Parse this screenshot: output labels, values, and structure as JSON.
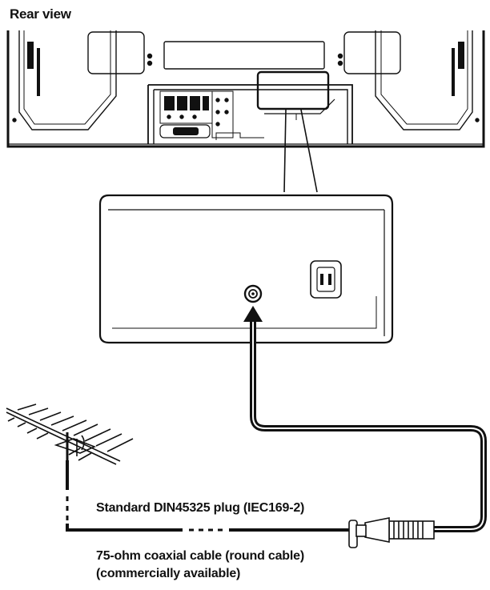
{
  "title": "Rear view",
  "plug_label": "Standard DIN45325 plug (IEC169-2)",
  "cable_label": {
    "line1": "75-ohm coaxial cable (round cable)",
    "line2": "(commercially available)"
  }
}
